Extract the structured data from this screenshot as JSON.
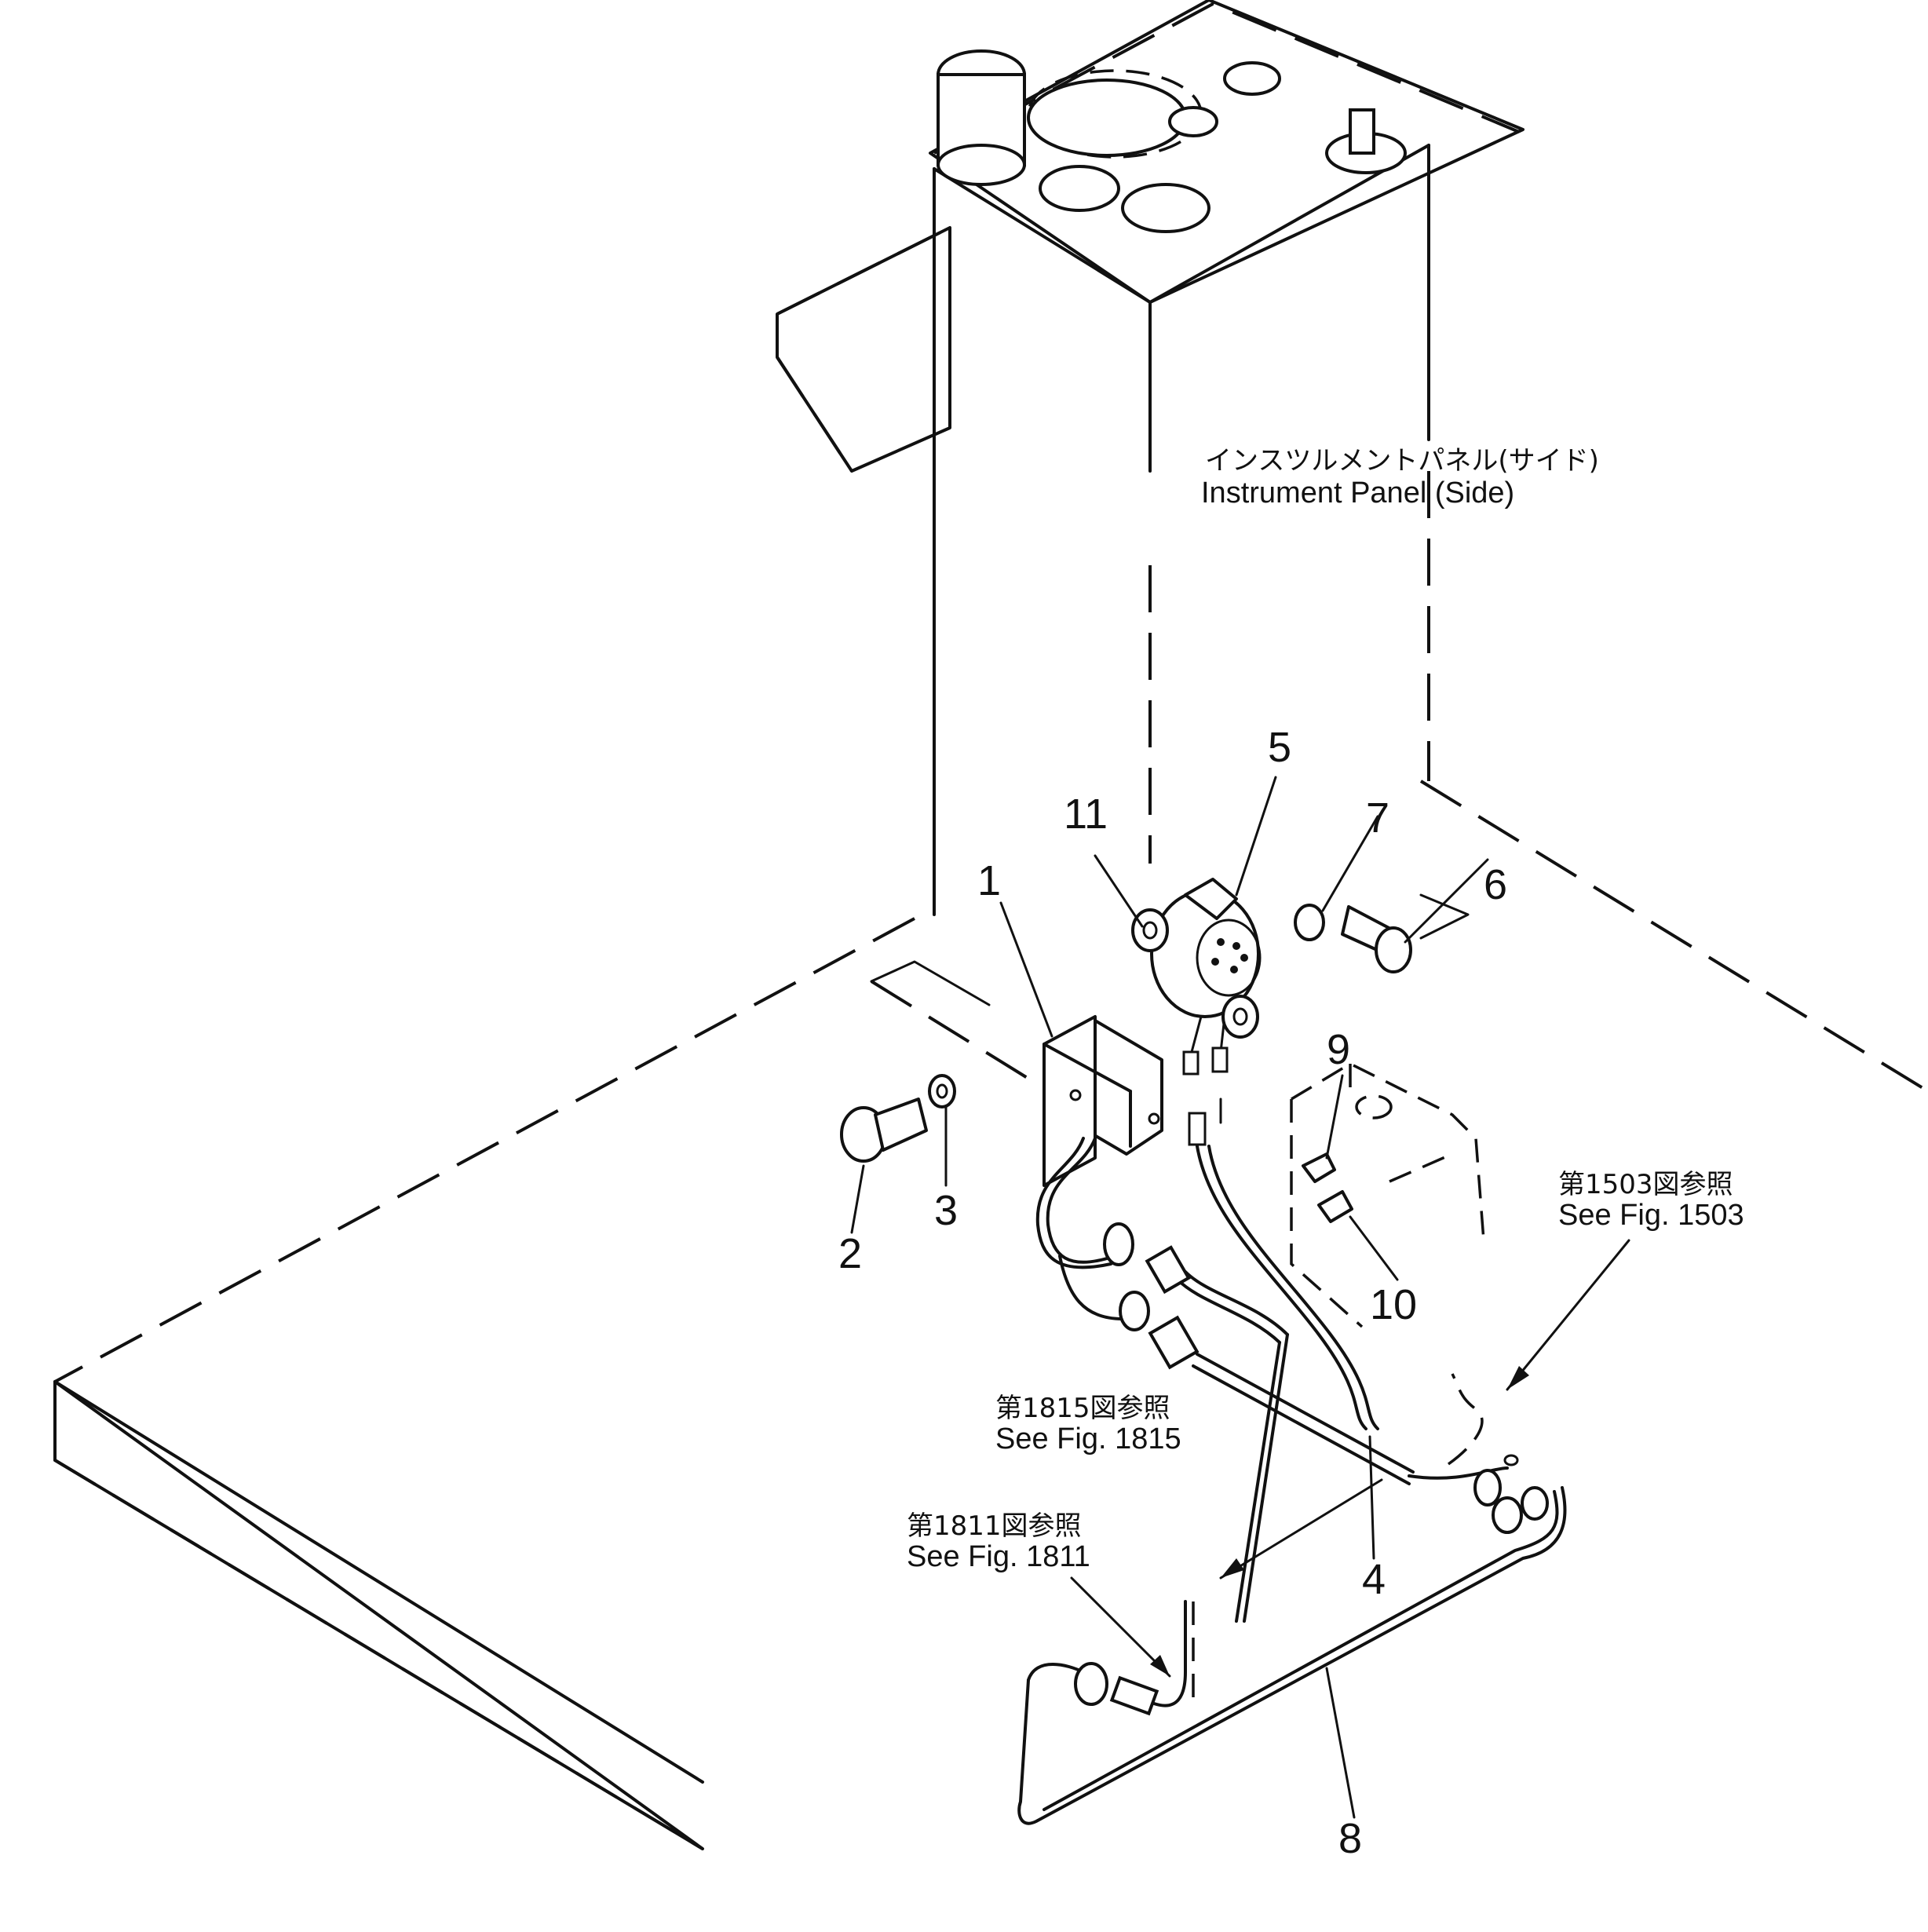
{
  "panel_label": {
    "jp": "インスツルメントパネル(サイド)",
    "en": "Instrument Panel (Side)"
  },
  "references": [
    {
      "id": "ref-1503",
      "jp": "第1503図参照",
      "en": "See Fig. 1503"
    },
    {
      "id": "ref-1815",
      "jp": "第1815図参照",
      "en": "See Fig. 1815"
    },
    {
      "id": "ref-1811",
      "jp": "第1811図参照",
      "en": "See Fig. 1811"
    }
  ],
  "callouts": [
    "1",
    "2",
    "3",
    "4",
    "5",
    "6",
    "7",
    "8",
    "9",
    "10",
    "11"
  ]
}
